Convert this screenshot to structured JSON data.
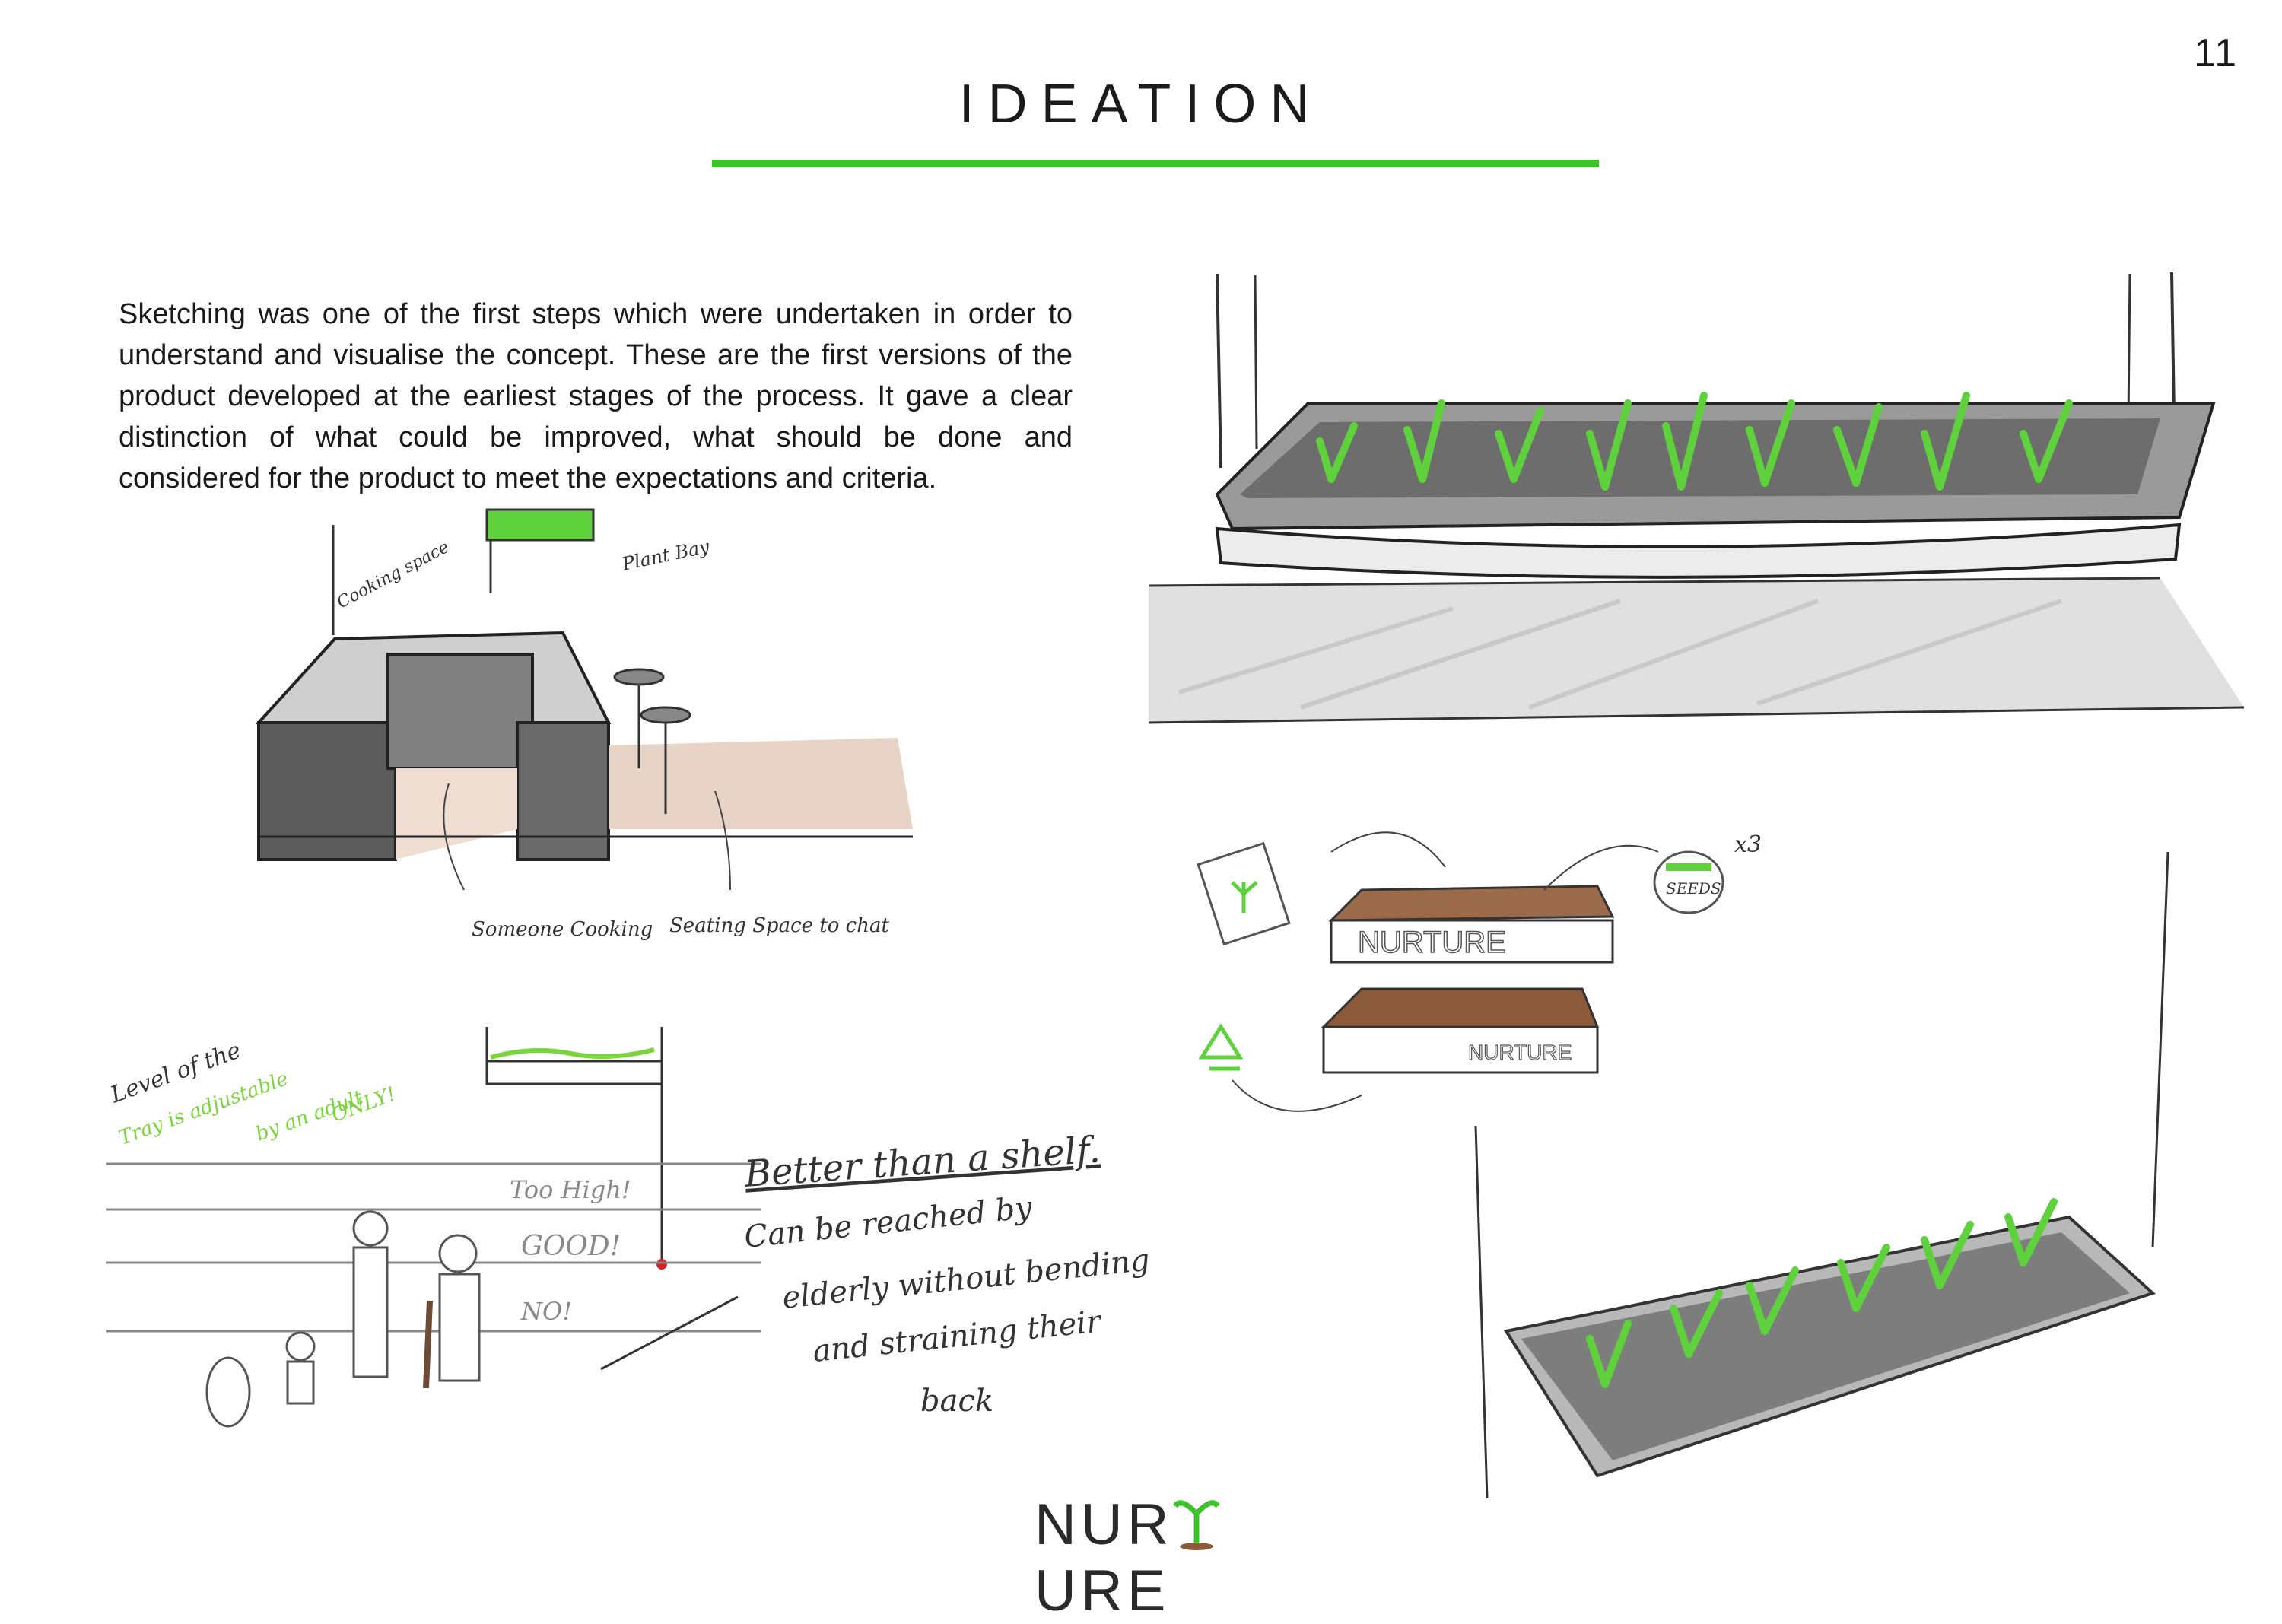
{
  "page_number": "11",
  "title": "IDEATION",
  "accent_color": "#3cc22a",
  "intro_text": "Sketching was one of the first steps which were undertaken in order to understand and visualise the concept. These are the first versions of the product developed at the earliest stages of the process. It gave a clear distinction of what could be improved, what should be done and considered for the product to meet the expectations and criteria.",
  "sketch_room": {
    "labels": {
      "cooking_space": "Cooking space",
      "plant_bay": "Plant Bay",
      "someone_cooking": "Someone Cooking",
      "seating_space": "Seating Space to chat"
    }
  },
  "sketch_heights": {
    "note_line1": "Level of the",
    "note_line2": "Tray is adjustable",
    "note_line3": "by an adult",
    "note_line4": "ONLY!",
    "too_high": "Too High!",
    "good": "GOOD!",
    "no": "NO!",
    "better_title": "Better than a shelf.",
    "better_line1": "Can be reached by",
    "better_line2": "elderly without bending",
    "better_line3": "and straining their",
    "better_line4": "back"
  },
  "sketch_kit": {
    "tray_label_top": "NURTURE",
    "tray_label_bottom": "NURTURE",
    "seeds_label": "SEEDS",
    "multiplier": "x3"
  },
  "brand": {
    "name_left": "NUR",
    "name_right": "URE"
  }
}
